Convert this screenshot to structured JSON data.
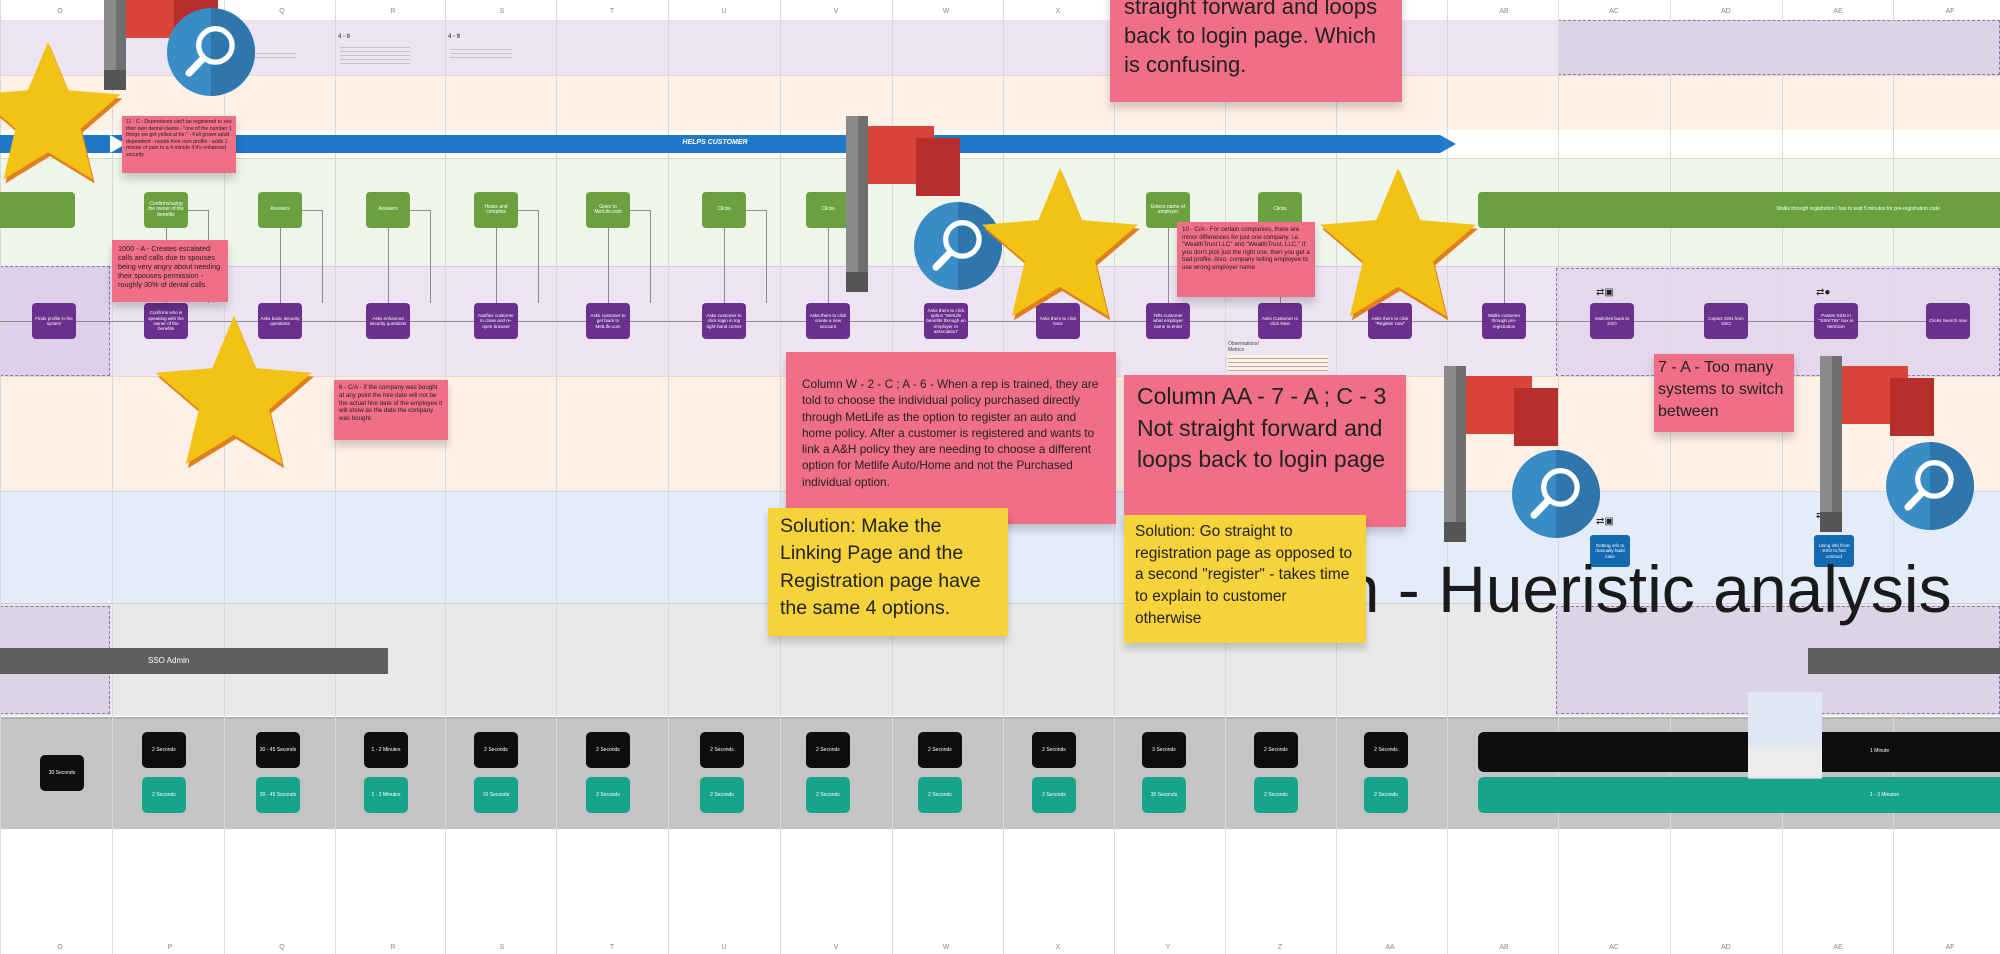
{
  "columns_top": [
    "O",
    "P",
    "Q",
    "R",
    "S",
    "T",
    "U",
    "V",
    "W",
    "X",
    "Y",
    "Z",
    "AA",
    "AB",
    "AC",
    "AD",
    "AE",
    "AF"
  ],
  "columns_bottom": [
    "O",
    "P",
    "Q",
    "R",
    "S",
    "T",
    "U",
    "V",
    "W",
    "X",
    "Y",
    "Z",
    "AA",
    "AB",
    "AC",
    "AD",
    "AE",
    "AF"
  ],
  "lanes": {
    "helps_customer": "HELPS CUSTOMER",
    "sso_admin": "SSO Admin",
    "big_title": "on - Hueristic analysis"
  },
  "small_notes": {
    "r_header": "4 - 9",
    "s_header": "4 - 9"
  },
  "green_steps": [
    "Confirms/using the owner of the benefits",
    "Answers",
    "Answers",
    "Hears and complies",
    "Goes to MetLife.com",
    "Clicks",
    "Clicks",
    "Enters name of employer",
    "Clicks",
    "Walks through registration / has to wait 5 minutes for pre-registration code"
  ],
  "purple_steps": [
    "Finds profile in the system",
    "Confirms who is speaking with the owner of the benefits",
    "Asks basic security questions",
    "Asks enhanced security questions",
    "Notifies customer to close and re-open browser",
    "Asks customer to get back to MetLife.com",
    "Asks customer to click login in top right-hand corner",
    "Asks them to click create a new account",
    "Asks them to click option \"MetLife benefits through an employer or association\"",
    "Asks them to click Next",
    "Tells customer what employer name to enter",
    "Asks Customer to click Next",
    "Asks them to click \"Register now\"",
    "Walks customer through pre-registration",
    "Switches back to SSO",
    "Copies SSN from SSO",
    "Pastes SSN in \"SSN/TIN\" box in MetCare",
    "Clicks Search now"
  ],
  "blue_steps": [
    "Getting info to manually build case",
    "Using info from SSO to find contract"
  ],
  "black_times": [
    "30 Seconds",
    "2 Seconds",
    "30 - 45 Seconds",
    "1 - 2 Minutes",
    "2 Seconds",
    "2 Seconds",
    "2 Seconds",
    "2 Seconds",
    "2 Seconds",
    "2 Seconds",
    "3 Seconds",
    "2 Seconds",
    "2 Seconds",
    "1 Minute"
  ],
  "teal_times": [
    "2 Seconds",
    "30 - 45 Seconds",
    "1 - 2 Minutes",
    "10 Seconds",
    "2 Seconds",
    "2 Seconds",
    "2 Seconds",
    "2 Seconds",
    "2 Seconds",
    "30 Seconds",
    "2 Seconds",
    "2 Seconds",
    "1 - 3 Minutes"
  ],
  "notes": {
    "top_pink": "straight forward and loops back to login page. Which is confusing.",
    "dependents": "11 - C - Dependents can't be registered to see their own dental claims - \"one of the number 1 things we get yelled at for.\" - Full grown adult dependent - needs their own profile - adds 1 minute of pain to a 4 minute if it's enhanced security",
    "escalated": "1000 - A - Creates escalated calls and calls due to spouses being very angry about needing their spouses permission - roughly 30% of dental calls",
    "hire_date": "6 - C/A - If the company was bought at any point the hire date will not be the actual hire date of the employee it will show as the date the company was bought.",
    "companies": "10 - C/A - For certain companies, there are minor differences for just one company. i.e. \"WealthTrust LLC\" and \"WealthTrust, LLC.\" If you don't pick just the right one, then you get a bad profile. Also, company telling employee to use wrong employer name",
    "column_w": "Column W - 2 - C ;  A - 6 - When a rep is trained, they are told to choose the individual policy purchased directly through MetLife as the option to register an auto and home policy. After a customer is registered and wants to link a A&H policy they are needing to choose a different option for Metlife Auto/Home and not the Purchased individual option.",
    "column_aa": "Column AA - 7 - A ; C - 3 Not straight forward and loops back to login page",
    "too_many": "7 - A - Too many systems to switch between",
    "solution_left": "Solution: Make the Linking Page and the Registration page have the same 4 options.",
    "solution_right": "Solution: Go straight to registration page as opposed to a second \"register\" - takes time to explain to customer otherwise",
    "observations": "Observations/ Metrics"
  },
  "colors": {
    "purple_lane": "#ece4f2",
    "peach_lane": "#fdf0e6",
    "green_lane": "#eff5ea",
    "blue_lane": "#e4ecf9",
    "gray_lane": "#e9e9e9",
    "timing_band": "#c4c4c4",
    "pink_note": "#f06e86",
    "yellow_note": "#f6d33b",
    "arrow_blue": "#1f78c8"
  },
  "icons": [
    "star-icon",
    "flag-icon",
    "magnifier-icon",
    "monitor-icon",
    "swap-icon"
  ]
}
